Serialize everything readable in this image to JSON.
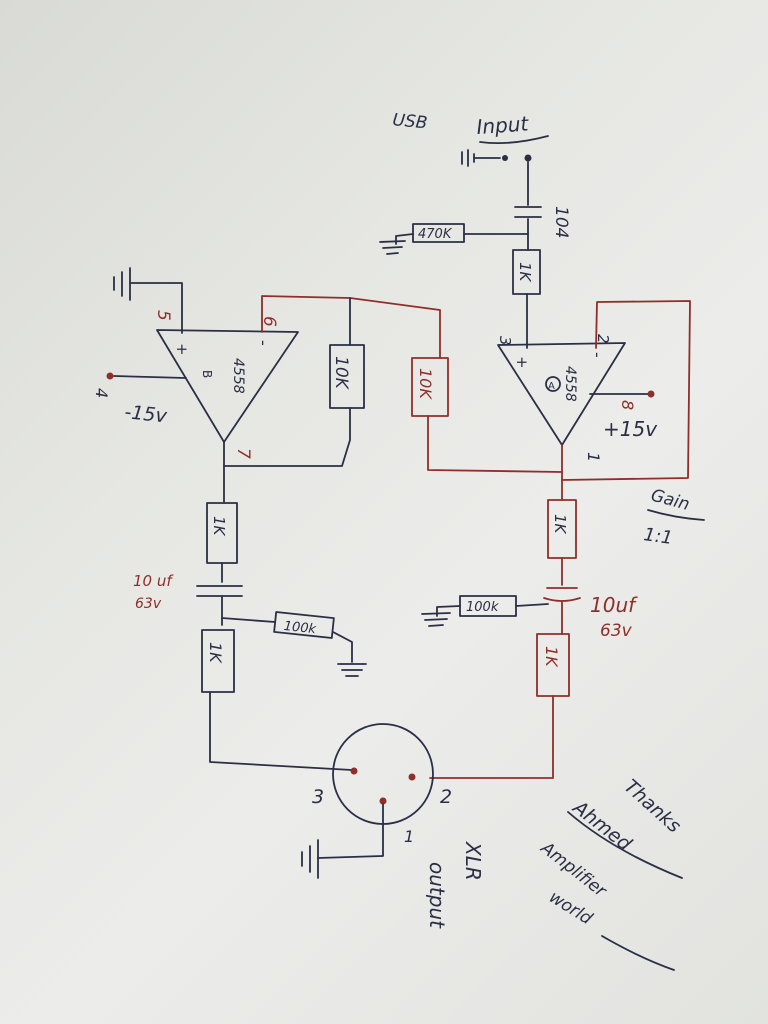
{
  "colors": {
    "paper": "#e6e7e3",
    "ink_dark": "#2a2f45",
    "ink_red": "#8e2f2a"
  },
  "input": {
    "usb": "USB",
    "input": "Input"
  },
  "cap_in": {
    "value": "104"
  },
  "r_470k": {
    "label": "470K"
  },
  "r_1k_in": {
    "label": "1K"
  },
  "opamp_a": {
    "pin2": "2",
    "pin3": "3",
    "minus": "-",
    "plus": "+",
    "model": "4558",
    "unit": "A",
    "pin8": "8",
    "supply": "+15v",
    "pin1": "1"
  },
  "opamp_b": {
    "pin6": "6",
    "pin5": "5",
    "minus": "-",
    "plus": "+",
    "model": "4558",
    "unit": "B",
    "pin4": "4",
    "supply": "-15v",
    "pin7": "7"
  },
  "r_10k_fb": {
    "label": "10K"
  },
  "r_10k_mid": {
    "label": "10K"
  },
  "gain": {
    "label": "Gain",
    "ratio": "1:1"
  },
  "right_chain": {
    "r1": "1K",
    "r_100k": "100k",
    "cap_value": "10uf",
    "cap_voltage": "63v",
    "r2": "1K"
  },
  "left_chain": {
    "r1": "1K",
    "cap_value": "10 uf",
    "cap_voltage": "63v",
    "r_100k": "100k",
    "r2": "1K"
  },
  "xlr": {
    "pin3": "3",
    "pin2": "2",
    "pin1": "1",
    "line1": "XLR",
    "line2": "output"
  },
  "signature": {
    "line1": "Thanks",
    "line2": "Ahmed",
    "line3": "Amplifier",
    "line4": "world"
  }
}
